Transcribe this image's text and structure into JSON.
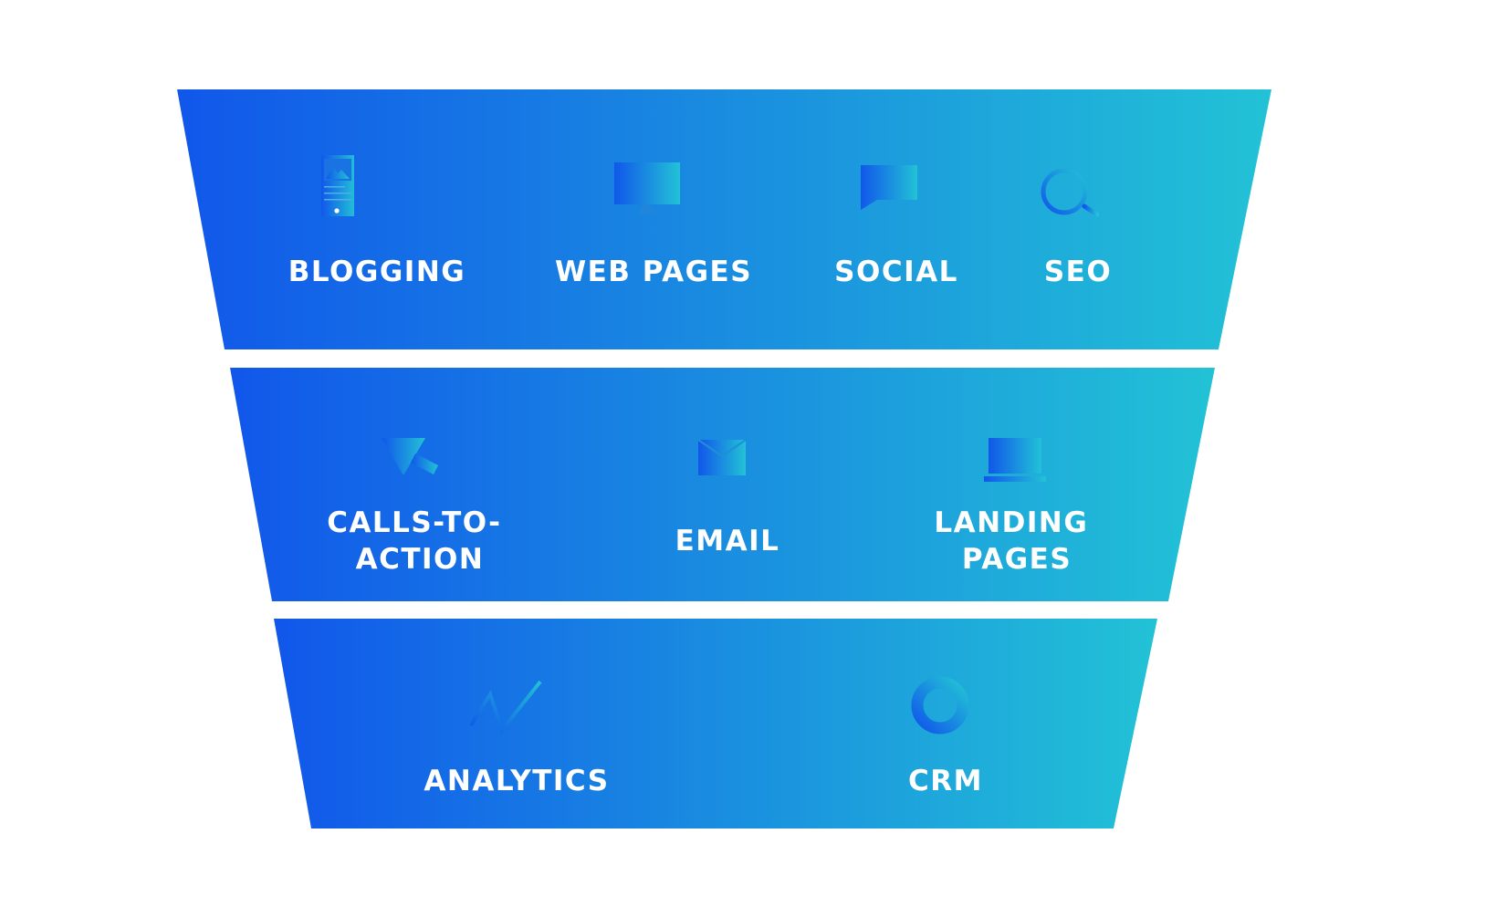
{
  "colors": {
    "gradient_start": "#1157EA",
    "gradient_end": "#22C2D6",
    "text": "#FFFFFF",
    "background": "#FFFFFF"
  },
  "funnel": {
    "stages": [
      {
        "items": [
          {
            "label_lines": [
              "BLOGGING"
            ],
            "icon": "mobile-blog-icon"
          },
          {
            "label_lines": [
              "WEB PAGES"
            ],
            "icon": "monitor-icon"
          },
          {
            "label_lines": [
              "SOCIAL"
            ],
            "icon": "chat-bubble-icon"
          },
          {
            "label_lines": [
              "SEO"
            ],
            "icon": "magnifier-icon"
          }
        ]
      },
      {
        "items": [
          {
            "label_lines": [
              "CALLS-TO-",
              "ACTION"
            ],
            "icon": "cursor-arrow-icon"
          },
          {
            "label_lines": [
              "EMAIL"
            ],
            "icon": "envelope-icon"
          },
          {
            "label_lines": [
              "LANDING",
              "PAGES"
            ],
            "icon": "laptop-icon"
          }
        ]
      },
      {
        "items": [
          {
            "label_lines": [
              "ANALYTICS"
            ],
            "icon": "trend-line-icon"
          },
          {
            "label_lines": [
              "CRM"
            ],
            "icon": "ring-icon"
          }
        ]
      }
    ]
  }
}
